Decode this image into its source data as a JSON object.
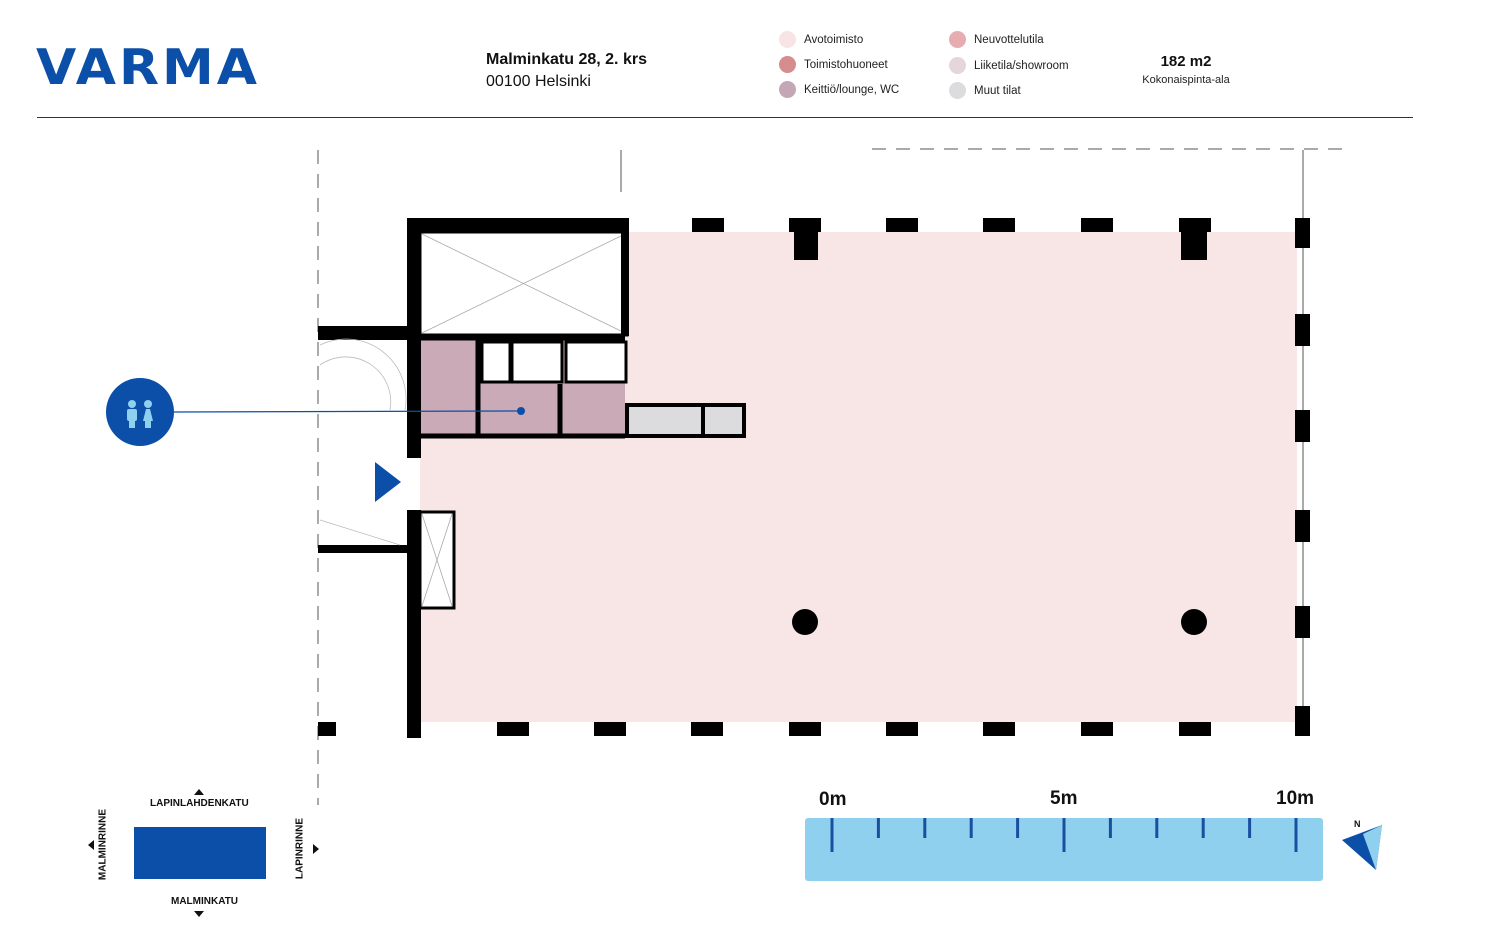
{
  "logo": "VARMA",
  "address": {
    "line1": "Malminkatu 28, 2. krs",
    "line2": "00100 Helsinki"
  },
  "legend": [
    {
      "label": "Avotoimisto",
      "color": "#f8e4e4"
    },
    {
      "label": "Toimistohuoneet",
      "color": "#d48c8c"
    },
    {
      "label": "Keittiö/lounge, WC",
      "color": "#c4a6b4"
    },
    {
      "label": "Neuvottelutila",
      "color": "#e6acb0"
    },
    {
      "label": "Liiketila/showroom",
      "color": "#e6d6dc"
    },
    {
      "label": "Muut tilat",
      "color": "#dcdcde"
    }
  ],
  "area": {
    "value": "182 m2",
    "label": "Kokonaispinta-ala"
  },
  "streets": {
    "north": "LAPINLAHDENKATU",
    "south": "MALMINKATU",
    "west": "MALMINRINNE",
    "east": "LAPINRINNE"
  },
  "scale": {
    "labels": [
      "0m",
      "5m",
      "10m"
    ]
  },
  "north_label": "N",
  "colors": {
    "brand": "#0b4fa8",
    "open_office": "#f8e6e6",
    "scale_bar": "#8fd0ee"
  }
}
